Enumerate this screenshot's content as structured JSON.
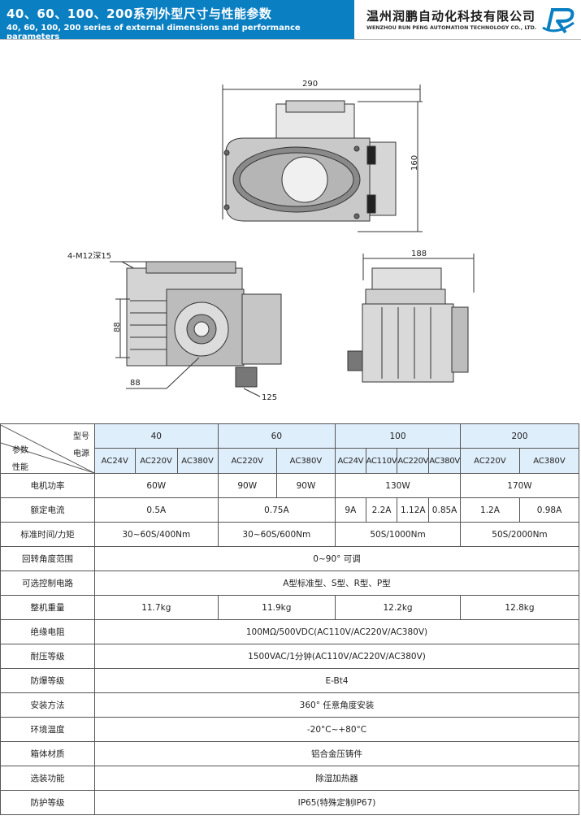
{
  "header": {
    "title_cn": "40、60、100、200系列外型尺寸与性能参数",
    "title_en": "40, 60, 100, 200 series of external dimensions and performance parameters",
    "company_cn": "温州润鹏自动化科技有限公司",
    "company_en": "WENZHOU RUN PENG AUTOMATION TECHNOLOGY CO., LTD."
  },
  "drawing": {
    "dim_width": "290",
    "dim_height": "160",
    "dim_depth": "188",
    "dim_side": "88",
    "dim_bottom": "88",
    "dim_shaft": "125",
    "thread_note": "4-M12深15"
  },
  "table": {
    "corner": {
      "model": "型号",
      "power_source": "电源",
      "params": "参数",
      "performance": "性能"
    },
    "models": [
      "40",
      "60",
      "100",
      "200"
    ],
    "voltages": [
      "AC24V",
      "AC220V",
      "AC380V",
      "AC220V",
      "AC380V",
      "AC24V",
      "AC110V",
      "AC220V",
      "AC380V",
      "AC220V",
      "AC380V"
    ],
    "rows": {
      "motor_power": {
        "label": "电机功率",
        "v40": "60W",
        "v60a": "90W",
        "v60b": "90W",
        "v100": "130W",
        "v200": "170W"
      },
      "rated_current": {
        "label": "额定电流",
        "v40": "0.5A",
        "v60": "0.75A",
        "v100a": "9A",
        "v100b": "2.2A",
        "v100c": "1.12A",
        "v100d": "0.85A",
        "v200a": "1.2A",
        "v200b": "0.98A"
      },
      "time_torque": {
        "label": "标准时间/力矩",
        "v40": "30~60S/400Nm",
        "v60": "30~60S/600Nm",
        "v100": "50S/1000Nm",
        "v200": "50S/2000Nm"
      },
      "rotation": {
        "label": "回转角度范围",
        "value": "0~90° 可调"
      },
      "control": {
        "label": "可选控制电路",
        "value": "A型标准型、S型、R型、P型"
      },
      "weight": {
        "label": "整机重量",
        "v40": "11.7kg",
        "v60": "11.9kg",
        "v100": "12.2kg",
        "v200": "12.8kg"
      },
      "insulation": {
        "label": "绝缘电阻",
        "value": "100MΩ/500VDC(AC110V/AC220V/AC380V)"
      },
      "withstand": {
        "label": "耐压等级",
        "value": "1500VAC/1分钟(AC110V/AC220V/AC380V)"
      },
      "explosion": {
        "label": "防爆等级",
        "value": "E-Bt4"
      },
      "install": {
        "label": "安装方法",
        "value": "360° 任意角度安装"
      },
      "ambient": {
        "label": "环境温度",
        "value": "-20°C~+80°C"
      },
      "material": {
        "label": "箱体材质",
        "value": "铝合金压铸件"
      },
      "options": {
        "label": "选装功能",
        "value": "除湿加热器"
      },
      "protection": {
        "label": "防护等级",
        "value": "IP65(特殊定制IP67)"
      }
    }
  }
}
